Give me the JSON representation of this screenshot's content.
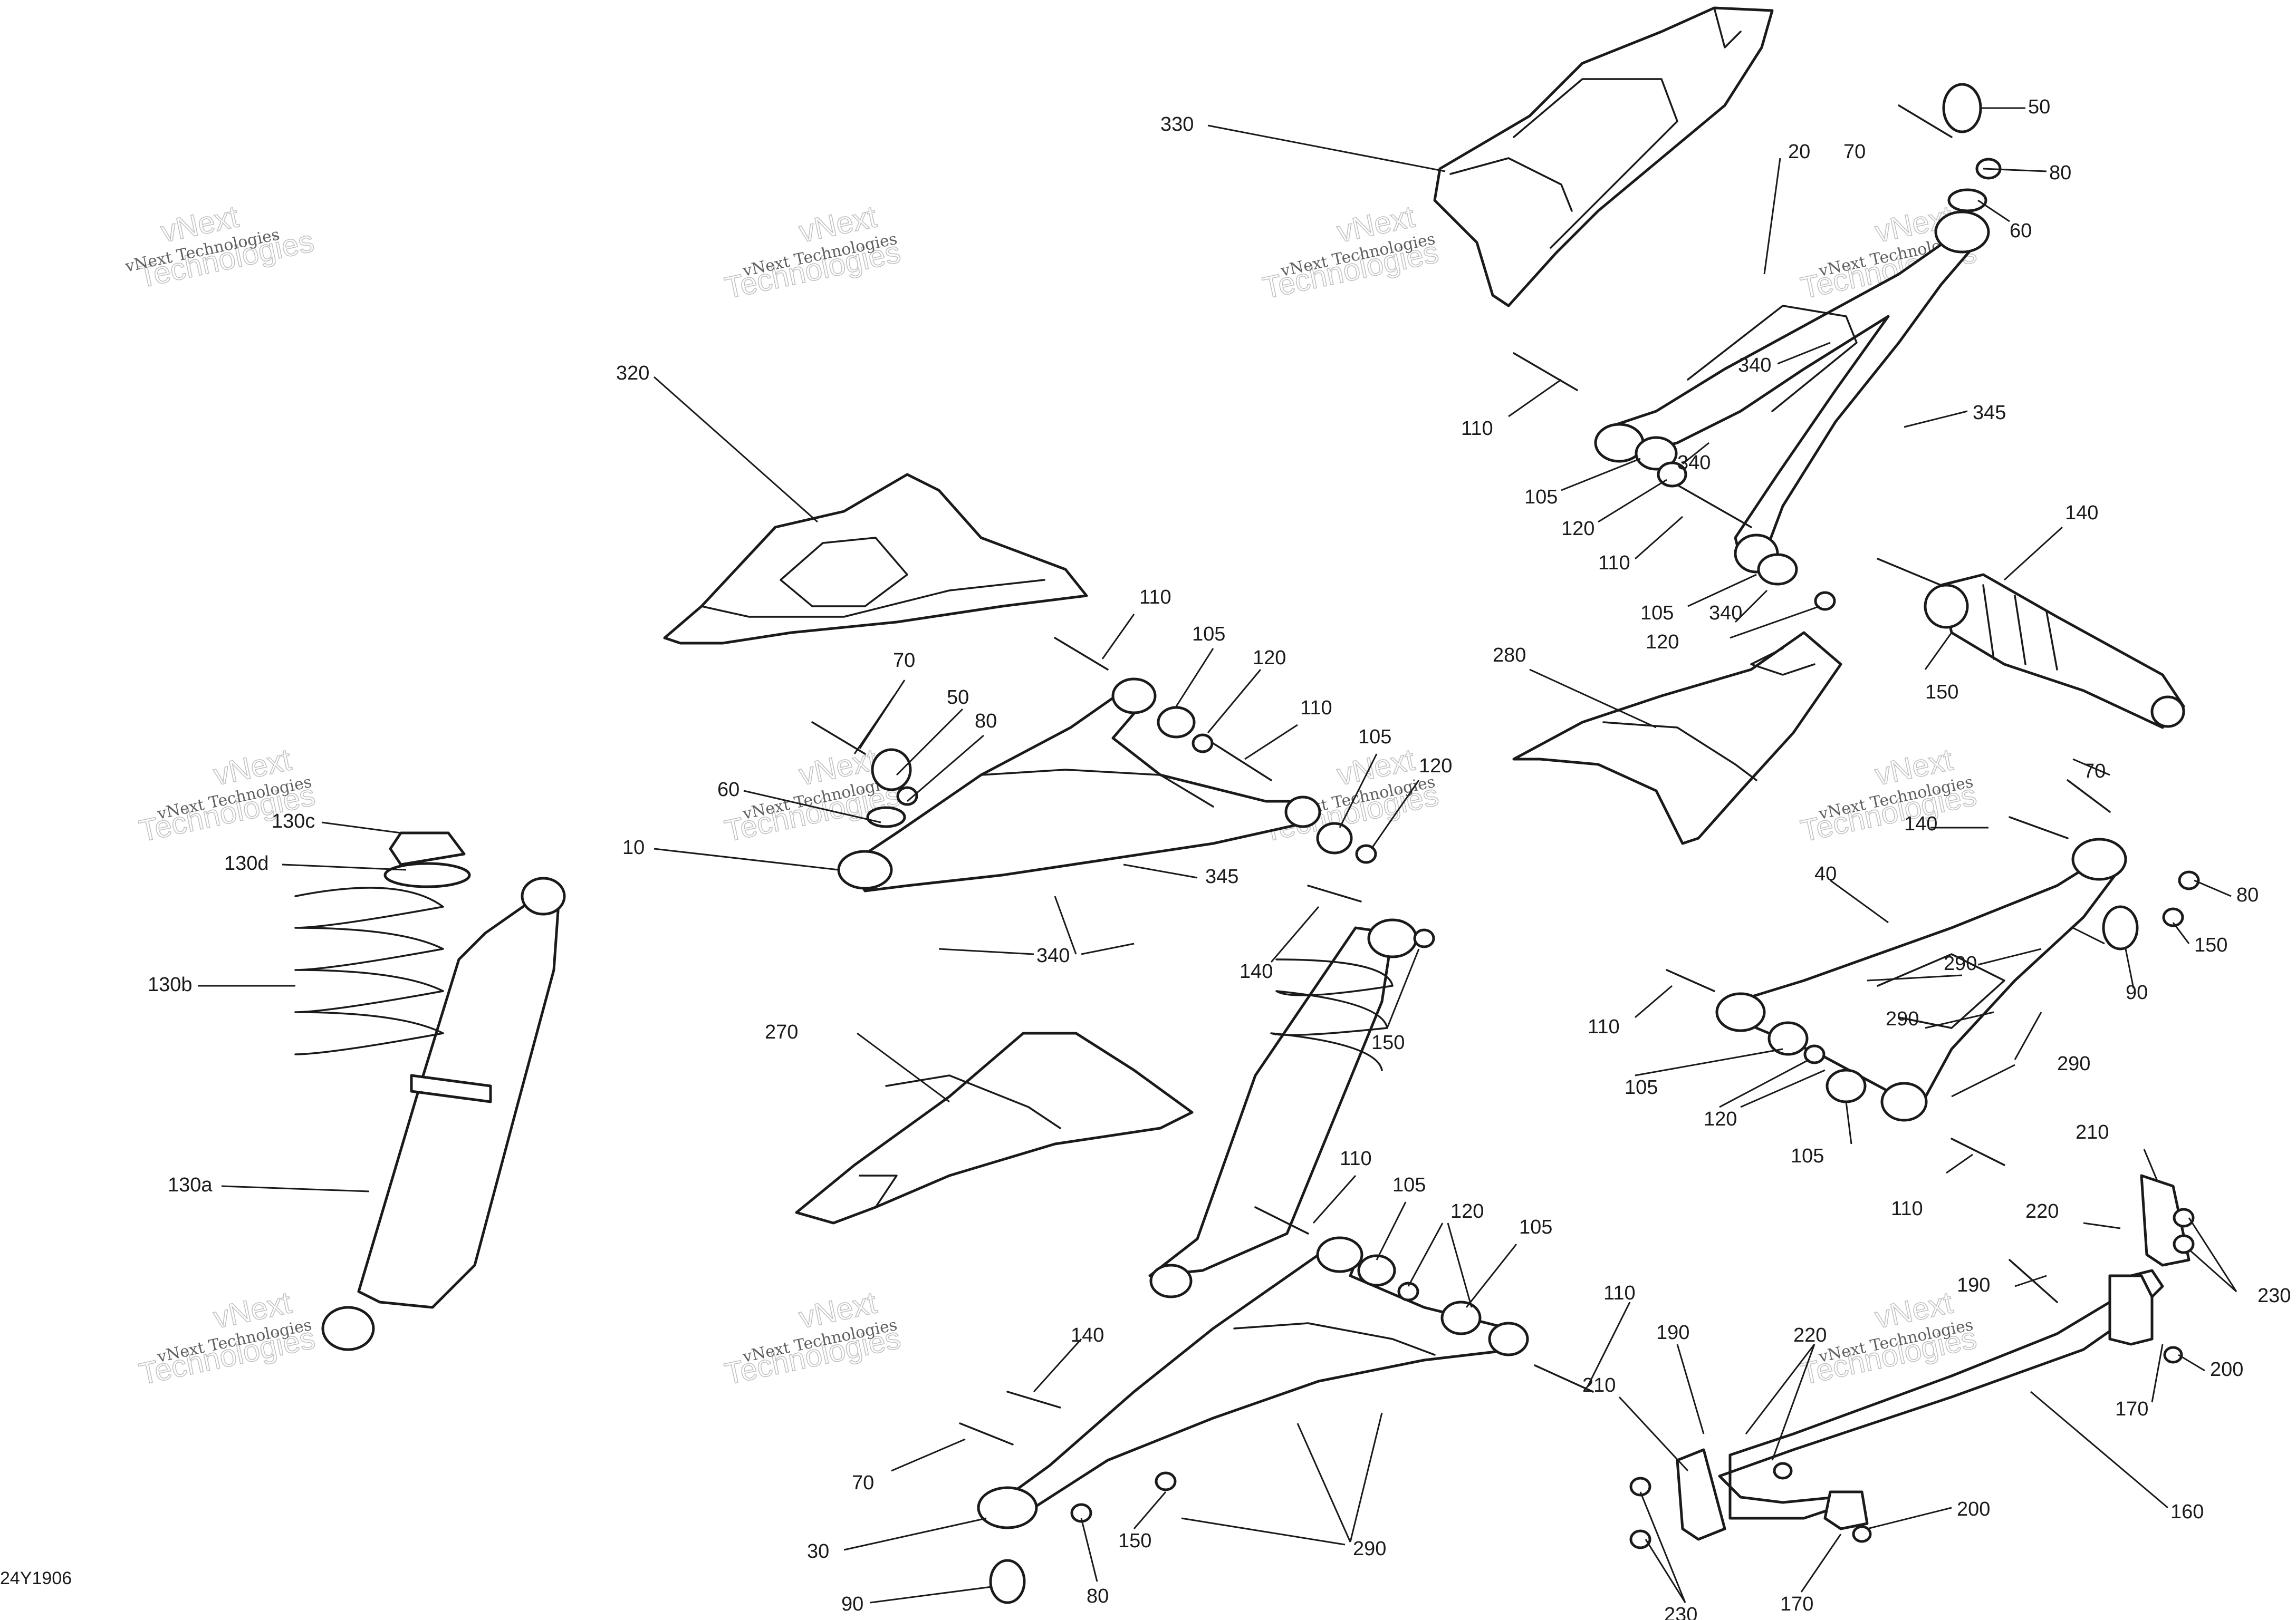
{
  "document_id": "24Y1906",
  "watermark": {
    "line1": "vNext Technologies",
    "line2": "vNext",
    "line3": "Technologies"
  },
  "callouts": [
    {
      "id": "c-330",
      "label": "330"
    },
    {
      "id": "c-20",
      "label": "20"
    },
    {
      "id": "c-70a",
      "label": "70"
    },
    {
      "id": "c-50a",
      "label": "50"
    },
    {
      "id": "c-80a",
      "label": "80"
    },
    {
      "id": "c-60a",
      "label": "60"
    },
    {
      "id": "c-340a",
      "label": "340"
    },
    {
      "id": "c-345a",
      "label": "345"
    },
    {
      "id": "c-110a",
      "label": "110"
    },
    {
      "id": "c-340b",
      "label": "340"
    },
    {
      "id": "c-105a",
      "label": "105"
    },
    {
      "id": "c-120a",
      "label": "120"
    },
    {
      "id": "c-110b",
      "label": "110"
    },
    {
      "id": "c-105b",
      "label": "105"
    },
    {
      "id": "c-340c",
      "label": "340"
    },
    {
      "id": "c-120b",
      "label": "120"
    },
    {
      "id": "c-140a",
      "label": "140"
    },
    {
      "id": "c-150a",
      "label": "150"
    },
    {
      "id": "c-320",
      "label": "320"
    },
    {
      "id": "c-280",
      "label": "280"
    },
    {
      "id": "c-110c",
      "label": "110"
    },
    {
      "id": "c-105c",
      "label": "105"
    },
    {
      "id": "c-120c",
      "label": "120"
    },
    {
      "id": "c-70b",
      "label": "70"
    },
    {
      "id": "c-50b",
      "label": "50"
    },
    {
      "id": "c-80b",
      "label": "80"
    },
    {
      "id": "c-110d",
      "label": "110"
    },
    {
      "id": "c-105d",
      "label": "105"
    },
    {
      "id": "c-120d",
      "label": "120"
    },
    {
      "id": "c-60b",
      "label": "60"
    },
    {
      "id": "c-10",
      "label": "10"
    },
    {
      "id": "c-345b",
      "label": "345"
    },
    {
      "id": "c-340d",
      "label": "340"
    },
    {
      "id": "c-130c",
      "label": "130c"
    },
    {
      "id": "c-130d",
      "label": "130d"
    },
    {
      "id": "c-130b",
      "label": "130b"
    },
    {
      "id": "c-130a",
      "label": "130a"
    },
    {
      "id": "c-70c",
      "label": "70"
    },
    {
      "id": "c-140b",
      "label": "140"
    },
    {
      "id": "c-80c",
      "label": "80"
    },
    {
      "id": "c-150b",
      "label": "150"
    },
    {
      "id": "c-90a",
      "label": "90"
    },
    {
      "id": "c-40",
      "label": "40"
    },
    {
      "id": "c-290a",
      "label": "290"
    },
    {
      "id": "c-290b",
      "label": "290"
    },
    {
      "id": "c-290c",
      "label": "290"
    },
    {
      "id": "c-110e",
      "label": "110"
    },
    {
      "id": "c-105e",
      "label": "105"
    },
    {
      "id": "c-120e",
      "label": "120"
    },
    {
      "id": "c-105f",
      "label": "105"
    },
    {
      "id": "c-110f",
      "label": "110"
    },
    {
      "id": "c-140c",
      "label": "140"
    },
    {
      "id": "c-150c",
      "label": "150"
    },
    {
      "id": "c-270",
      "label": "270"
    },
    {
      "id": "c-110g",
      "label": "110"
    },
    {
      "id": "c-105g",
      "label": "105"
    },
    {
      "id": "c-120f",
      "label": "120"
    },
    {
      "id": "c-105h",
      "label": "105"
    },
    {
      "id": "c-210a",
      "label": "210"
    },
    {
      "id": "c-220a",
      "label": "220"
    },
    {
      "id": "c-230a",
      "label": "230"
    },
    {
      "id": "c-190a",
      "label": "190"
    },
    {
      "id": "c-200a",
      "label": "200"
    },
    {
      "id": "c-170a",
      "label": "170"
    },
    {
      "id": "c-110h",
      "label": "110"
    },
    {
      "id": "c-190b",
      "label": "190"
    },
    {
      "id": "c-220b",
      "label": "220"
    },
    {
      "id": "c-210b",
      "label": "210"
    },
    {
      "id": "c-160",
      "label": "160"
    },
    {
      "id": "c-200b",
      "label": "200"
    },
    {
      "id": "c-170b",
      "label": "170"
    },
    {
      "id": "c-230b",
      "label": "230"
    },
    {
      "id": "c-140d",
      "label": "140"
    },
    {
      "id": "c-70d",
      "label": "70"
    },
    {
      "id": "c-30",
      "label": "30"
    },
    {
      "id": "c-150d",
      "label": "150"
    },
    {
      "id": "c-290d",
      "label": "290"
    },
    {
      "id": "c-90b",
      "label": "90"
    },
    {
      "id": "c-80d",
      "label": "80"
    }
  ]
}
